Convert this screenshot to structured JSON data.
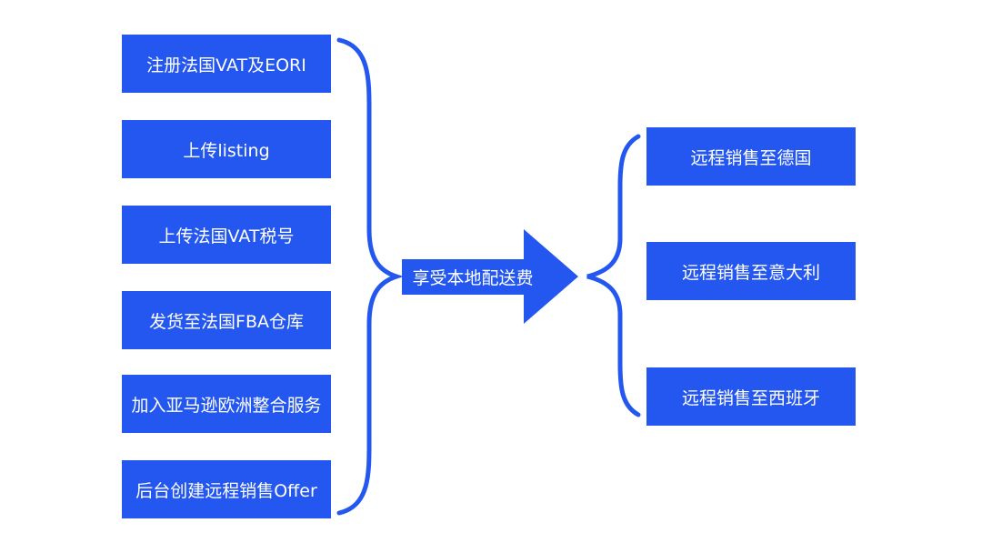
{
  "left_steps": [
    "注册法国VAT及EORI",
    "上传listing",
    "上传法国VAT税号",
    "发货至法国FBA仓库",
    "加入亚马逊欧洲整合服务",
    "后台创建远程销售Offer"
  ],
  "center": {
    "label": "享受本地配送费"
  },
  "right_results": [
    "远程销售至德国",
    "远程销售至意大利",
    "远程销售至西班牙"
  ],
  "colors": {
    "accent": "#2457f0",
    "text_on_accent": "#ffffff",
    "background": "#ffffff"
  }
}
